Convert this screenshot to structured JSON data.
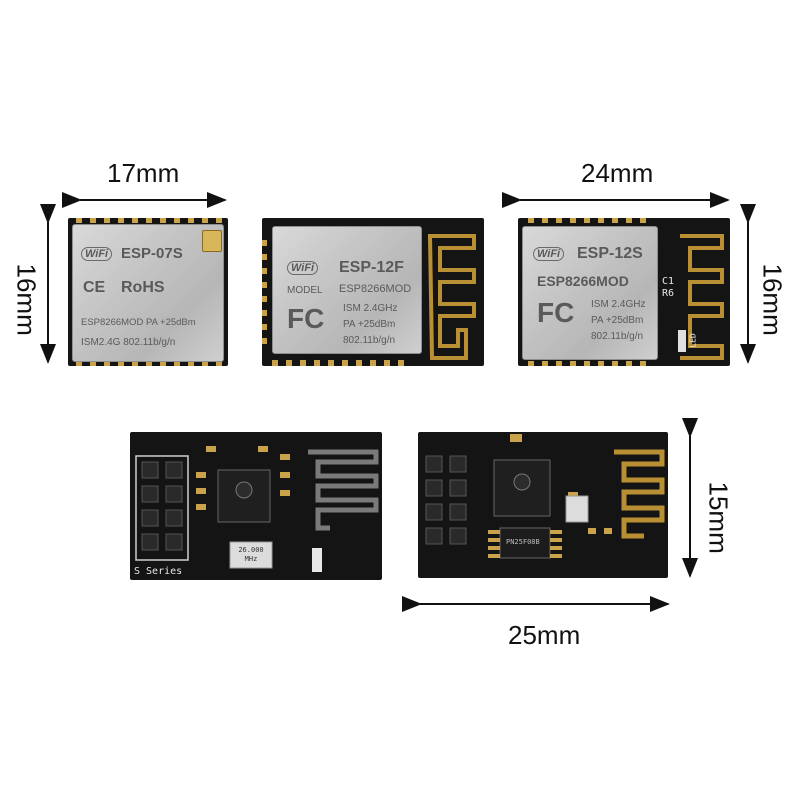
{
  "dimensions": {
    "esp07s_width": "17mm",
    "esp07s_height": "16mm",
    "esp12s_width": "24mm",
    "esp12s_height": "16mm",
    "esp01_width": "25mm",
    "esp01_height": "15mm"
  },
  "modules": {
    "esp07s": {
      "wifi_badge": "WiFi",
      "model": "ESP-07S",
      "ce": "CE",
      "rohs": "RoHS",
      "line1": "ESP8266MOD  PA +25dBm",
      "line2": "ISM2.4G  802.11b/g/n"
    },
    "esp12f": {
      "wifi_badge": "WiFi",
      "model": "ESP-12F",
      "label_model": "MODEL",
      "chip": "ESP8266MOD",
      "ism": "ISM  2.4GHz",
      "pa": "PA   +25dBm",
      "std": "802.11b/g/n",
      "fc": "FC"
    },
    "esp12s": {
      "wifi_badge": "WiFi",
      "model": "ESP-12S",
      "chip": "ESP8266MOD",
      "ism": "ISM  2.4GHz",
      "pa": "PA   +25dBm",
      "std": "802.11b/g/n",
      "fc": "FC",
      "c1": "C1",
      "r6": "R6",
      "led": "LED"
    },
    "esp01s": {
      "crystal": "26.000\nMHz",
      "series": "S Series"
    },
    "esp01": {
      "flash": "PN25F08B"
    }
  }
}
